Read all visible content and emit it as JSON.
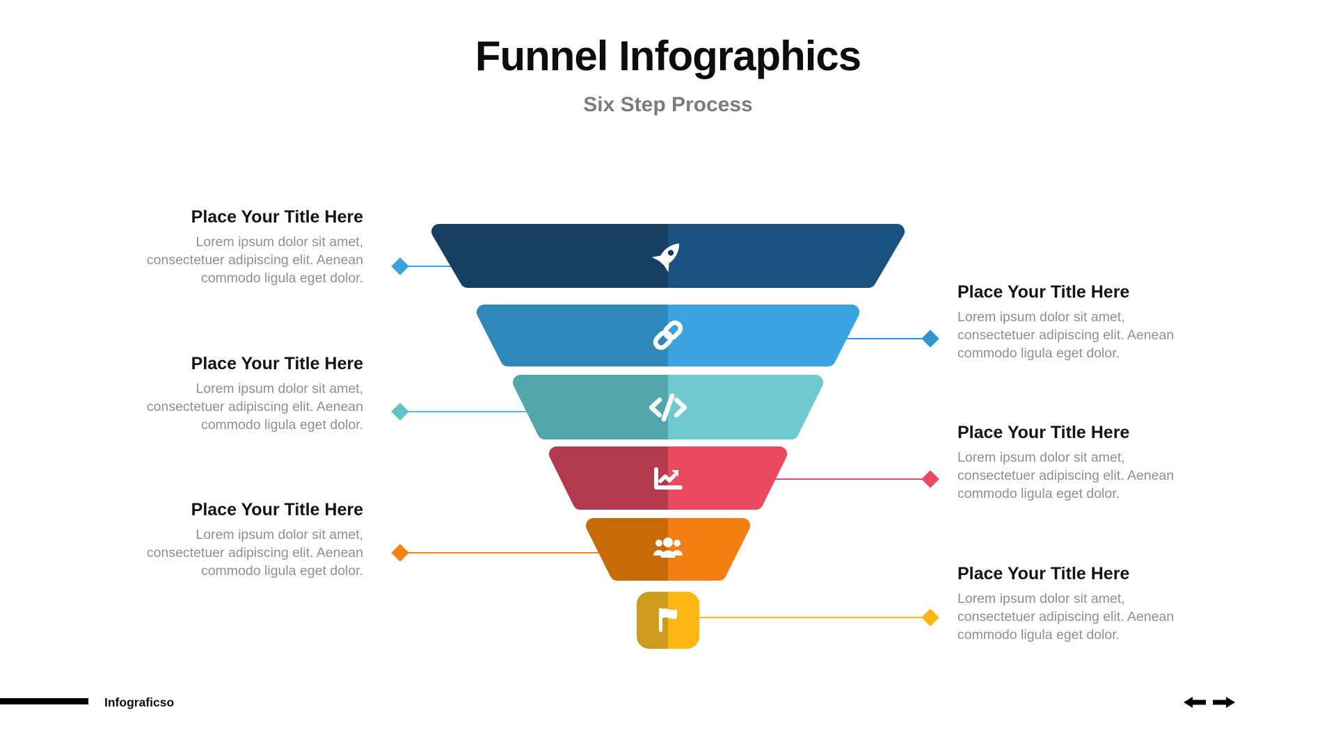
{
  "slide": {
    "title": "Funnel Infographics",
    "subtitle": "Six Step Process"
  },
  "steps": [
    {
      "icon": "rocket-icon",
      "color_left": "#173F63",
      "color_right": "#1B5380",
      "accent": "#3AA3E0"
    },
    {
      "icon": "link-icon",
      "color_left": "#2E86B9",
      "color_right": "#3AA3E0",
      "accent": "#3094D1"
    },
    {
      "icon": "code-icon",
      "color_left": "#52A7AC",
      "color_right": "#70C9CF",
      "accent": "#5FC2C7"
    },
    {
      "icon": "chart-line-icon",
      "color_left": "#B23A4D",
      "color_right": "#E94A5F",
      "accent": "#E94A5F"
    },
    {
      "icon": "users-icon",
      "color_left": "#C86A08",
      "color_right": "#F57E12",
      "accent": "#F5820F"
    },
    {
      "icon": "flag-icon",
      "color_left": "#CD9C1D",
      "color_right": "#FDB714",
      "accent": "#FDB714"
    }
  ],
  "blocks": [
    {
      "side": "left",
      "title": "Place Your Title Here",
      "body": "Lorem ipsum dolor sit amet, consectetuer adipiscing elit. Aenean commodo ligula eget dolor."
    },
    {
      "side": "right",
      "title": "Place Your Title Here",
      "body": "Lorem ipsum dolor sit amet, consectetuer adipiscing elit. Aenean commodo ligula eget dolor."
    },
    {
      "side": "left",
      "title": "Place Your Title Here",
      "body": "Lorem ipsum dolor sit amet, consectetuer adipiscing elit. Aenean commodo ligula eget dolor."
    },
    {
      "side": "right",
      "title": "Place Your Title Here",
      "body": "Lorem ipsum dolor sit amet, consectetuer adipiscing elit. Aenean commodo ligula eget dolor."
    },
    {
      "side": "left",
      "title": "Place Your Title Here",
      "body": "Lorem ipsum dolor sit amet, consectetuer adipiscing elit. Aenean commodo ligula eget dolor."
    },
    {
      "side": "right",
      "title": "Place Your Title Here",
      "body": "Lorem ipsum dolor sit amet, consectetuer adipiscing elit. Aenean commodo ligula eget dolor."
    }
  ],
  "footer": {
    "brand": "Infograficso",
    "bar_color": "#000000"
  },
  "nav": {
    "icons": [
      "arrow-left-icon",
      "arrow-right-icon"
    ],
    "color": "#000000"
  }
}
